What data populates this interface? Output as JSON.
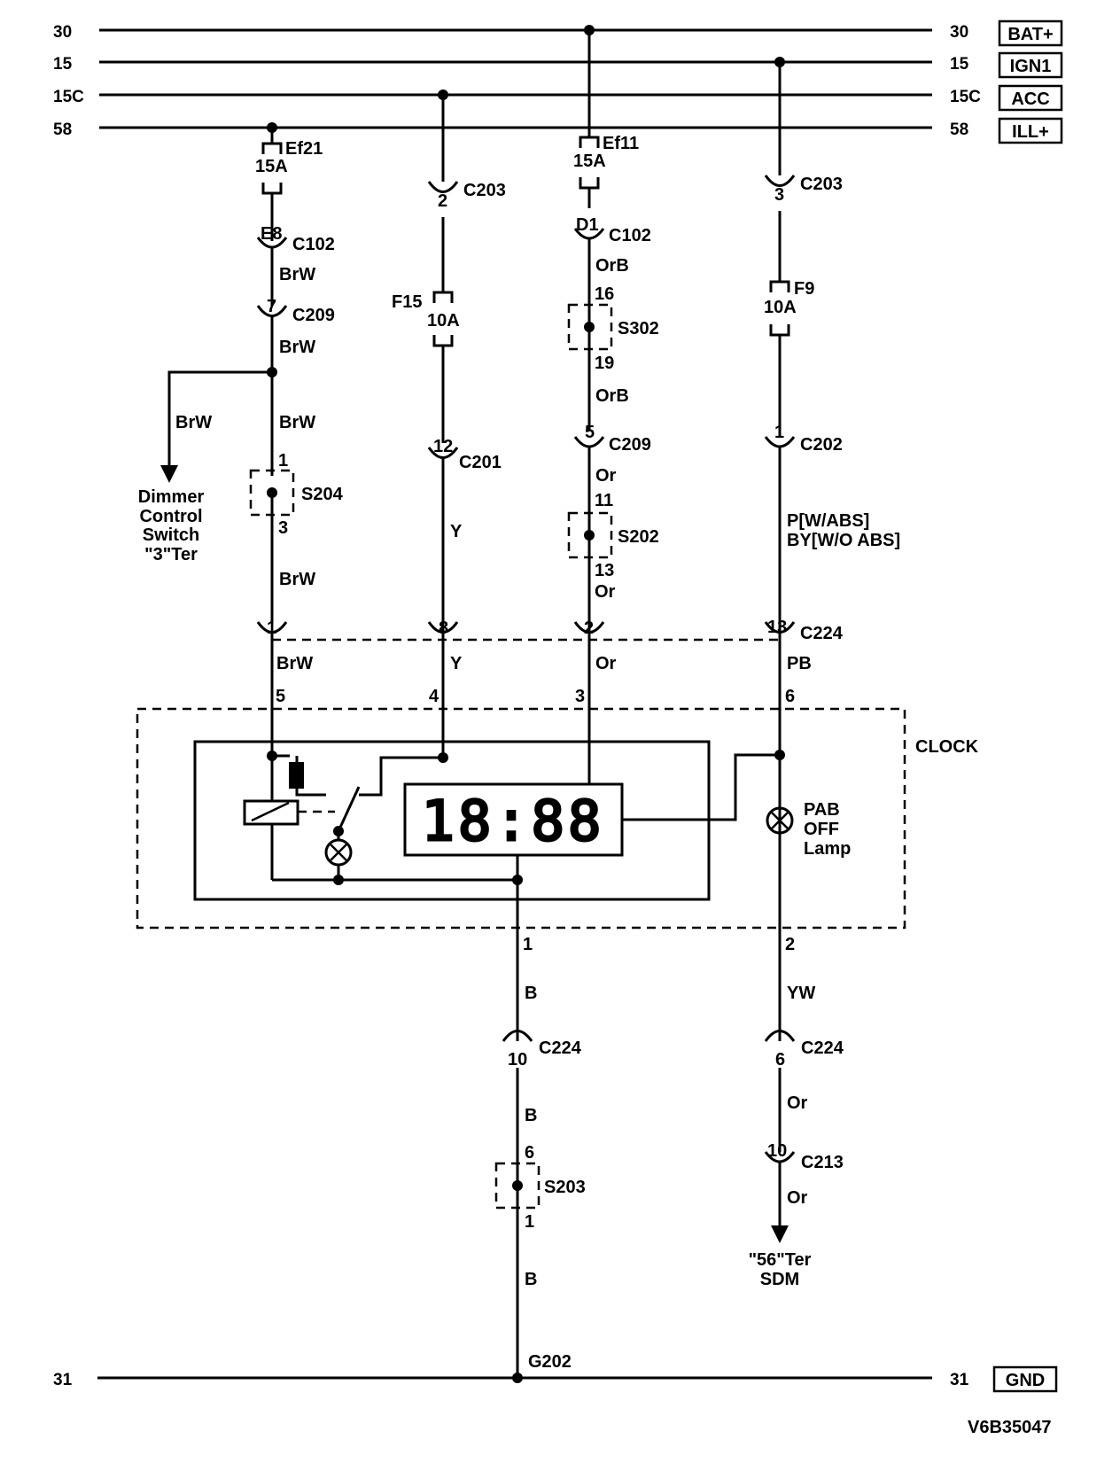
{
  "rails": {
    "b30_left": "30",
    "b30_right": "30",
    "b30_tag": "BAT+",
    "b15_left": "15",
    "b15_right": "15",
    "b15_tag": "IGN1",
    "b15c_left": "15C",
    "b15c_right": "15C",
    "b15c_tag": "ACC",
    "b58_left": "58",
    "b58_right": "58",
    "b58_tag": "ILL+",
    "b31_left": "31",
    "b31_right": "31",
    "b31_tag": "GND"
  },
  "col1": {
    "fuse_name": "Ef21",
    "fuse_rating": "15A",
    "conn1_pin": "E8",
    "conn1_name": "C102",
    "wire1": "BrW",
    "conn2_pin": "7",
    "conn2_name": "C209",
    "wire2": "BrW",
    "branch_wire": "BrW",
    "wire3": "BrW",
    "dimmer_l1": "Dimmer",
    "dimmer_l2": "Control",
    "dimmer_l3": "Switch",
    "dimmer_l4": "\"3\"Ter",
    "splice_in": "1",
    "splice_name": "S204",
    "splice_out": "3",
    "wire4": "BrW",
    "c224_pin": "1",
    "wire5": "BrW",
    "clock_pin": "5"
  },
  "col2": {
    "conn1_pin": "2",
    "conn1_name": "C203",
    "fuse_name": "F15",
    "fuse_rating": "10A",
    "conn2_pin": "12",
    "conn2_name": "C201",
    "wire1": "Y",
    "c224_pin": "8",
    "wire2": "Y",
    "clock_pin": "4"
  },
  "col3": {
    "fuse_name": "Ef11",
    "fuse_rating": "15A",
    "conn1_pin": "D1",
    "conn1_name": "C102",
    "wire1": "OrB",
    "splice1_in": "16",
    "splice1_name": "S302",
    "splice1_out": "19",
    "wire2": "OrB",
    "conn2_pin": "5",
    "conn2_name": "C209",
    "wire3": "Or",
    "splice2_in": "11",
    "splice2_name": "S202",
    "splice2_out": "13",
    "wire4": "Or",
    "c224_pin": "2",
    "wire5": "Or",
    "clock_pin": "3"
  },
  "col4": {
    "conn1_pin": "3",
    "conn1_name": "C203",
    "fuse_name": "F9",
    "fuse_rating": "10A",
    "conn2_pin": "1",
    "conn2_name": "C202",
    "wire1_l1": "P[W/ABS]",
    "wire1_l2": "BY[W/O ABS]",
    "c224_pin": "13",
    "c224_name": "C224",
    "wire2": "PB",
    "clock_pin": "6"
  },
  "clock": {
    "title": "CLOCK",
    "display": "18:88",
    "lamp_l1": "PAB",
    "lamp_l2": "OFF",
    "lamp_l3": "Lamp"
  },
  "ground": {
    "clock_pin": "1",
    "wire1": "B",
    "conn_pin": "10",
    "conn_name": "C224",
    "wire2": "B",
    "splice_in": "6",
    "splice_name": "S203",
    "splice_out": "1",
    "wire3": "B",
    "ground_name": "G202"
  },
  "sdm": {
    "clock_pin": "2",
    "wire1": "YW",
    "conn1_pin": "6",
    "conn1_name": "C224",
    "wire2": "Or",
    "conn2_pin": "10",
    "conn2_name": "C213",
    "wire3": "Or",
    "dest_l1": "\"56\"Ter",
    "dest_l2": "SDM"
  },
  "diagram_id": "V6B35047"
}
